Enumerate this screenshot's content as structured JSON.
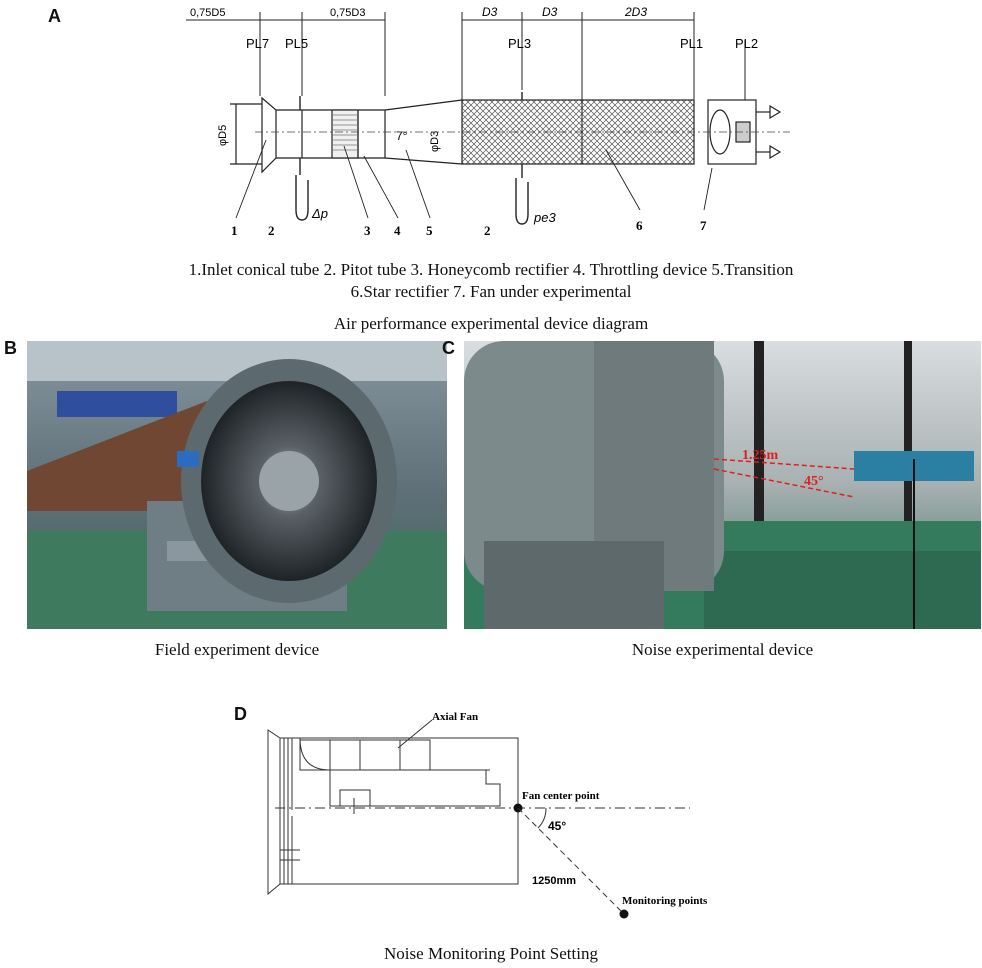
{
  "panels": {
    "a": {
      "letter": "A",
      "dims": {
        "d5": "0,75D5",
        "d3a": "0,75D3",
        "d3b": "D3",
        "d3c": "D3",
        "d3d": "2D3"
      },
      "planes": [
        "PL7",
        "PL5",
        "PL3",
        "PL1",
        "PL2"
      ],
      "angle": "7°",
      "dia5": "φD5",
      "dia3": "φD3",
      "dp": "Δp",
      "pe3": "pe3",
      "numbers": [
        "1",
        "2",
        "3",
        "4",
        "5",
        "2",
        "6",
        "7"
      ],
      "legend_line1": "1.Inlet conical tube 2. Pitot tube 3. Honeycomb rectifier 4. Throttling device 5.Transition",
      "legend_line2": "6.Star rectifier 7. Fan under experimental",
      "caption": "Air performance experimental device diagram"
    },
    "b": {
      "letter": "B",
      "caption": "Field experiment device"
    },
    "c": {
      "letter": "C",
      "caption": "Noise experimental device",
      "distance": "1.25m",
      "angle": "45°"
    },
    "d": {
      "letter": "D",
      "axial_fan": "Axial Fan",
      "center": "Fan center point",
      "angle": "45°",
      "distance": "1250mm",
      "monitoring": "Monitoring points",
      "caption": "Noise Monitoring Point Setting"
    }
  },
  "colors": {
    "photo_b_bg": "#5d6e76",
    "photo_c_bg": "#7d8a8c",
    "annotation_red": "#e02020"
  }
}
